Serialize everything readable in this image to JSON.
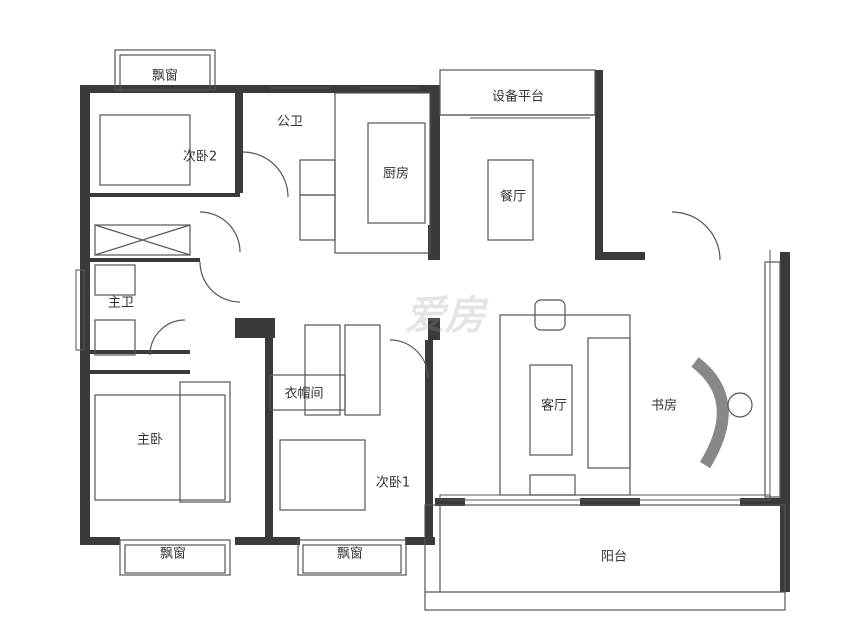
{
  "rooms": {
    "bay_window_top": "飘窗",
    "public_bath": "公卫",
    "equipment_platform": "设备平台",
    "second_bedroom_2": "次卧2",
    "kitchen": "厨房",
    "dining": "餐厅",
    "master_bath": "主卫",
    "cloakroom": "衣帽间",
    "living_room": "客厅",
    "study": "书房",
    "master_bedroom": "主卧",
    "second_bedroom_1": "次卧1",
    "bay_window_bottom_left": "飘窗",
    "bay_window_bottom_right": "飘窗",
    "balcony": "阳台"
  },
  "watermark": "爱房",
  "colors": {
    "wall": "#3a3a3a",
    "line": "#555555",
    "text": "#333333"
  }
}
